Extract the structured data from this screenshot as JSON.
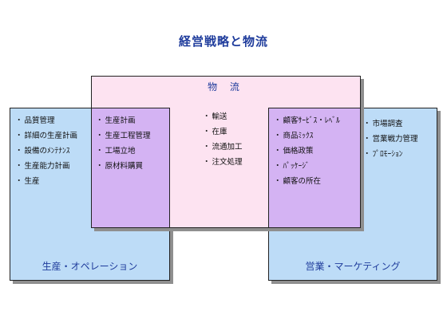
{
  "title": "経営戦略と物流",
  "center": {
    "title": "物 流",
    "items": [
      "輸送",
      "在庫",
      "流通加工",
      "注文処理"
    ]
  },
  "left": {
    "title": "生産・オペレーション",
    "items": [
      "品質管理",
      "詳細の生産計画",
      "設備のﾒﾝﾃﾅﾝｽ",
      "生産能力計画",
      "生産"
    ]
  },
  "overlap_left": {
    "items": [
      "生産計画",
      "生産工程管理",
      "工場立地",
      "原材料購買"
    ]
  },
  "overlap_right": {
    "items": [
      "顧客ｻｰﾋﾞｽ・ﾚﾍﾞﾙ",
      "商品ﾐｯｸｽ",
      "価格政策",
      "ﾊﾟｯｹｰｼﾞ",
      "顧客の所在"
    ]
  },
  "right": {
    "title": "営業・マーケティング",
    "items": [
      "市場調査",
      "営業戦力管理",
      "ﾌﾟﾛﾓｰｼｮﾝ"
    ]
  },
  "colors": {
    "title": "#1f3c9c",
    "side_boxes": "#bddcf7",
    "center_box": "#fde3f1",
    "overlap": "#d4b3f3"
  }
}
